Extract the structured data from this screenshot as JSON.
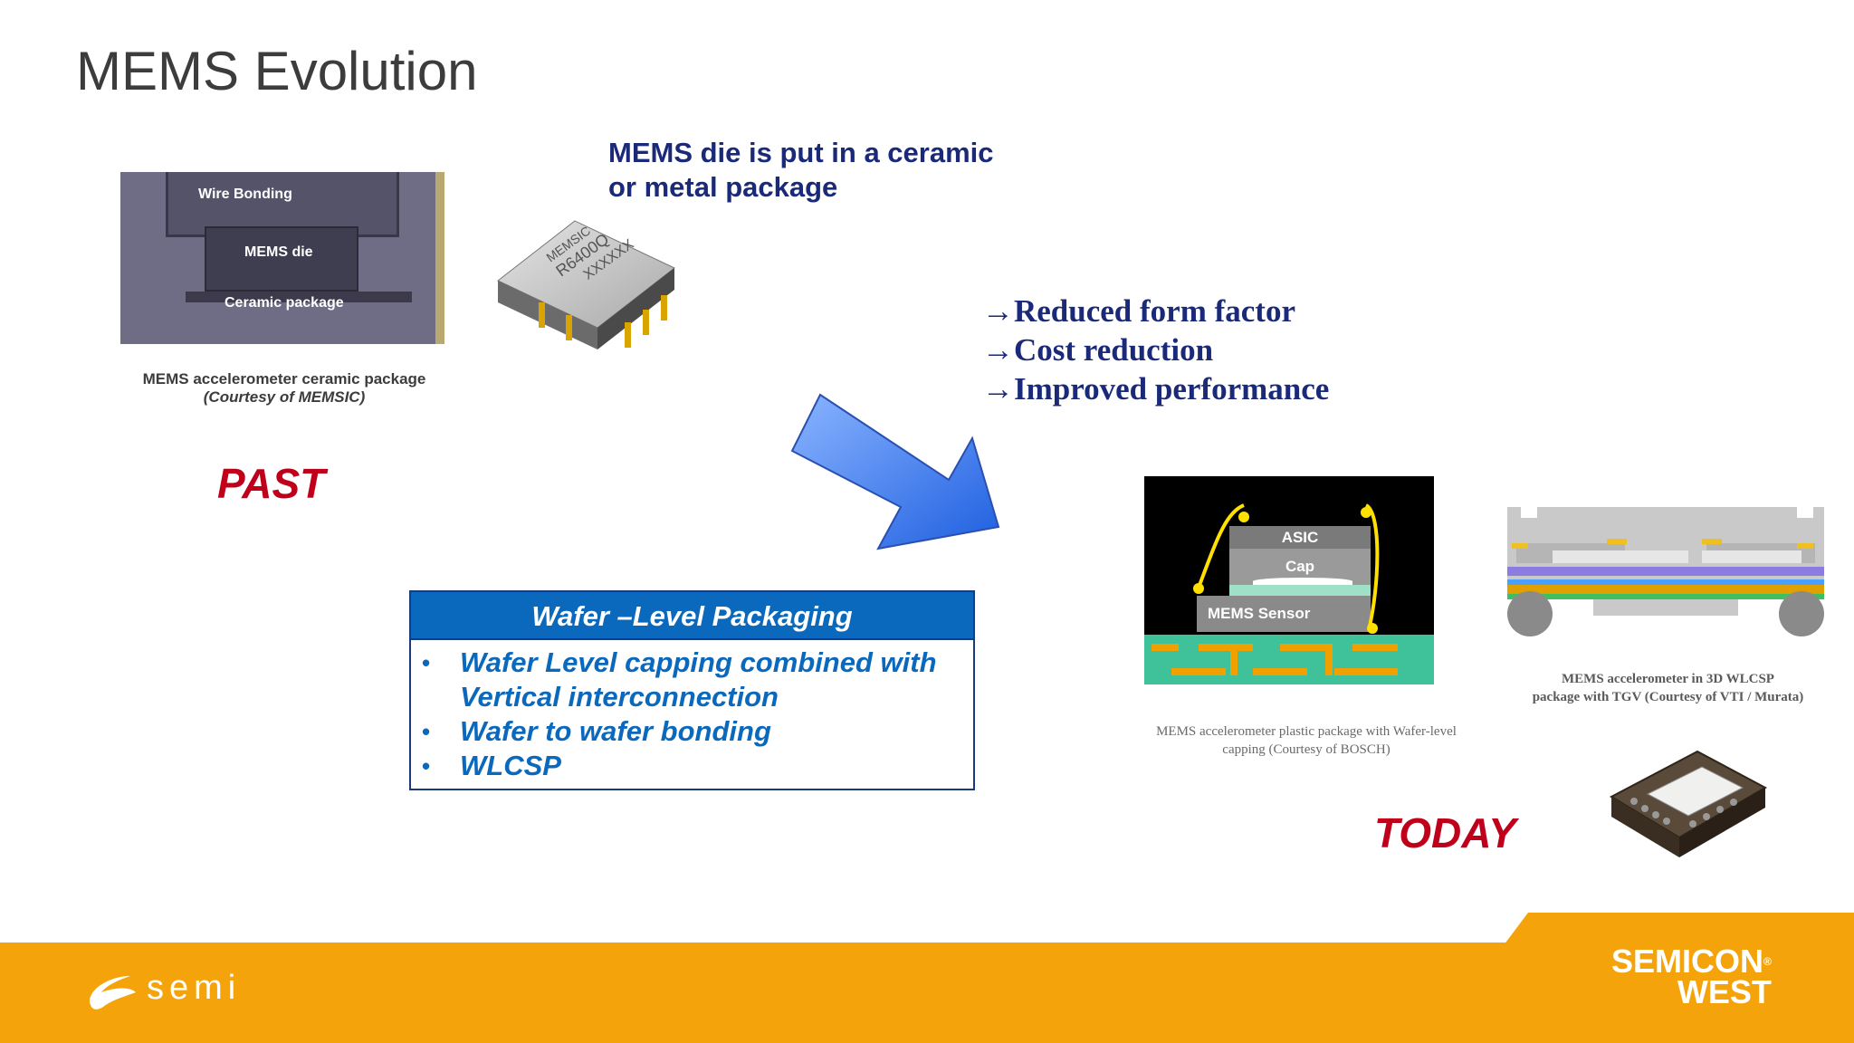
{
  "slide": {
    "title": "MEMS Evolution"
  },
  "ceramic_photo": {
    "wire_bonding_label": "Wire Bonding",
    "mems_die_label": "MEMS die",
    "ceramic_package_label": "Ceramic package",
    "caption_line1": "MEMS accelerometer ceramic package",
    "caption_line2": "(Courtesy of MEMSIC)"
  },
  "chip_image": {
    "marking_brand": "MEMSIC",
    "marking_part": "R6400Q",
    "marking_lot": "XXXXXX"
  },
  "intro": {
    "line1": "MEMS die is put in a ceramic",
    "line2": "or metal package"
  },
  "benefits": {
    "arrow": "→",
    "items": [
      "Reduced form factor",
      "Cost reduction",
      "Improved performance"
    ]
  },
  "labels": {
    "past": "PAST",
    "today": "TODAY"
  },
  "wlp_box": {
    "header": "Wafer –Level Packaging",
    "bullet": "•",
    "items": [
      "Wafer Level capping combined with",
      "Vertical interconnection",
      "Wafer to wafer bonding",
      "WLCSP"
    ]
  },
  "bosch_section": {
    "asic_label": "ASIC",
    "cap_label": "Cap",
    "sensor_label": "MEMS Sensor",
    "caption_line1": "MEMS accelerometer plastic package with Wafer-level",
    "caption_line2": "capping  (Courtesy of BOSCH)"
  },
  "vti_section": {
    "caption_line1": "MEMS accelerometer in 3D WLCSP",
    "caption_line2": "package with TGV (Courtesy of VTI / Murata)"
  },
  "footer": {
    "semi_logo_text": "semi",
    "semicon_line1": "SEMICON",
    "semicon_reg": "®",
    "semicon_line2": "WEST"
  },
  "colors": {
    "title": "#3c3c3c",
    "navy": "#1a2a78",
    "accent_blue": "#0a68bd",
    "red": "#c0001b",
    "footer_orange": "#f5a30a"
  }
}
